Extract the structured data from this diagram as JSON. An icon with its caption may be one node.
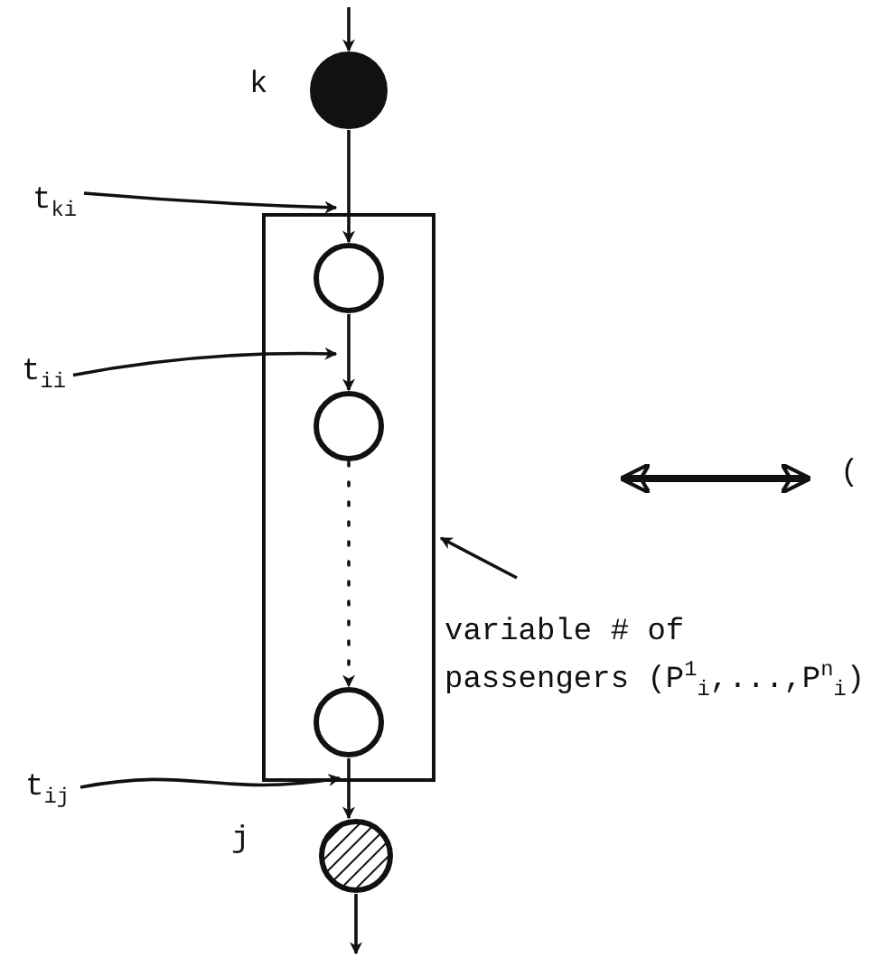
{
  "diagram": {
    "nodes": [
      {
        "text": [],
        "shape": "circle",
        "beside": [
          "k"
        ]
      },
      {
        "text": [],
        "shape": "box"
      },
      {
        "text": [],
        "shape": "circle",
        "in": 1
      },
      {
        "text": [],
        "shape": "circle",
        "in": 1
      },
      {
        "text": [],
        "shape": "circle",
        "in": 1
      },
      {
        "text": [],
        "shape": "circle",
        "beside": [
          "j"
        ]
      },
      {
        "text": [
          "t$_{ki}$"
        ]
      },
      {
        "text": [
          "t$_{ii}$"
        ]
      },
      {
        "text": [
          "t$_{ij}$"
        ]
      },
      {
        "text": [
          "variable # of passengers (P$^{1}$$_{i}$,...,P$^{n}$$_{i}$)"
        ]
      },
      {
        "text": [
          "("
        ]
      }
    ],
    "edges": [
      {
        "from": null,
        "to": 0,
        "arrow": "to"
      },
      {
        "from": 0,
        "to": 2,
        "arrow": "to"
      },
      {
        "from": 2,
        "to": 3,
        "arrow": "to"
      },
      {
        "from": 3,
        "to": 4,
        "arrow": "to",
        "style": "dashed"
      },
      {
        "from": 4,
        "to": 5,
        "arrow": "to"
      },
      {
        "from": 5,
        "to": null,
        "arrow": "to"
      },
      {
        "from": 6,
        "to": 1,
        "arrow": "to"
      },
      {
        "from": 7,
        "to": 1,
        "arrow": "to"
      },
      {
        "from": 8,
        "to": 1,
        "arrow": "to"
      },
      {
        "from": 9,
        "to": 1,
        "arrow": "to"
      },
      {
        "from": null,
        "to": 10,
        "arrow": "both",
        "style": "thick"
      }
    ]
  }
}
